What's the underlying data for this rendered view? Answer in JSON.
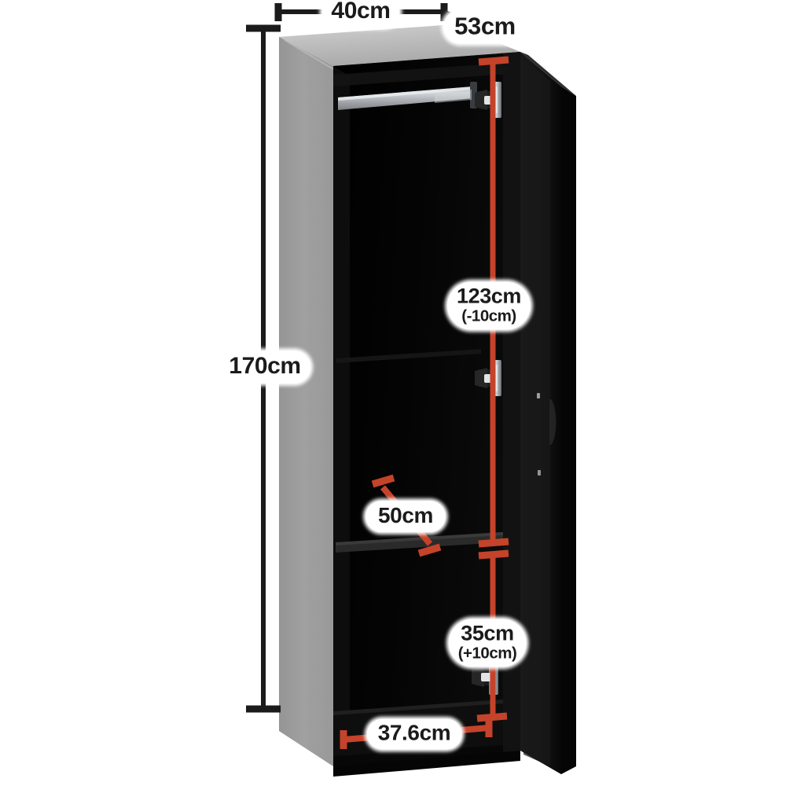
{
  "product": {
    "name": "single-door-wardrobe",
    "colors": {
      "body_black": "#0a0a0a",
      "panel_grey": "#9d9d9d",
      "top_grey": "#b4b4b4",
      "dimension_red": "#c4432a",
      "dimension_black": "#1b1b1b",
      "rail_chrome": "#b9bcc0",
      "label_background": "#ffffff"
    }
  },
  "dimensions": {
    "height": {
      "name": "overall-height",
      "value": "170cm",
      "orientation": "vertical",
      "color": "#1b1b1b"
    },
    "width": {
      "name": "overall-width",
      "value": "40cm",
      "orientation": "horizontal",
      "color": "#1b1b1b"
    },
    "depth": {
      "name": "overall-depth",
      "value": "53cm",
      "orientation": "diagonal",
      "color": "#1b1b1b"
    },
    "hanging_section": {
      "name": "hanging-section-height",
      "value": "123cm",
      "note": "(-10cm)",
      "orientation": "vertical",
      "color": "#c4432a"
    },
    "lower_section": {
      "name": "lower-section-height",
      "value": "35cm",
      "note": "(+10cm)",
      "orientation": "vertical",
      "color": "#c4432a"
    },
    "internal_depth": {
      "name": "internal-depth",
      "value": "50cm",
      "orientation": "diagonal",
      "color": "#c4432a"
    },
    "internal_width": {
      "name": "internal-width",
      "value": "37.6cm",
      "orientation": "horizontal",
      "color": "#c4432a"
    }
  },
  "parts": [
    {
      "name": "top-panel",
      "label": "top panel"
    },
    {
      "name": "left-side-panel",
      "label": "left side panel"
    },
    {
      "name": "cabinet-interior",
      "label": "interior"
    },
    {
      "name": "hanging-rail",
      "label": "hanging rail"
    },
    {
      "name": "middle-shelf",
      "label": "middle shelf"
    },
    {
      "name": "door",
      "label": "door"
    },
    {
      "name": "door-handle",
      "label": "door handle"
    },
    {
      "name": "hinge-top",
      "label": "top hinge"
    },
    {
      "name": "hinge-middle",
      "label": "middle hinge"
    },
    {
      "name": "hinge-bottom",
      "label": "bottom hinge"
    }
  ]
}
